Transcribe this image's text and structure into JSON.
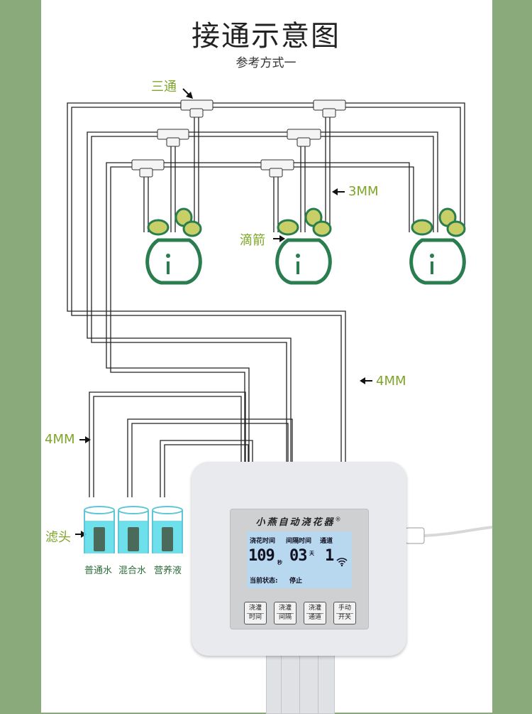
{
  "title": "接通示意图",
  "subtitle": "参考方式一",
  "labels": {
    "tee": "三通",
    "tube_3mm": "3MM",
    "dripper": "滴箭",
    "tube_4mm_right": "4MM",
    "tube_4mm_left": "4MM",
    "filter": "滤头"
  },
  "containers": [
    {
      "label": "普通水"
    },
    {
      "label": "混合水"
    },
    {
      "label": "营养液"
    }
  ],
  "controller": {
    "brand": "小燕自动浇花器",
    "reg_mark": "®",
    "lcd": {
      "col_water_time": "浇花时间",
      "col_interval": "间隔时间",
      "col_channel": "通道",
      "water_time_value": "109",
      "water_time_unit": "秒",
      "interval_value": "03",
      "interval_unit": "天",
      "channel_value": "1",
      "status_label": "当前状态:",
      "status_value": "停止"
    },
    "buttons": [
      {
        "line1": "浇灌",
        "line2": "时间"
      },
      {
        "line1": "浇灌",
        "line2": "间隔"
      },
      {
        "line1": "浇灌",
        "line2": "通道"
      },
      {
        "line1": "手动",
        "line2": "开关"
      }
    ]
  },
  "colors": {
    "background": "#8aaa7c",
    "label_green": "#7ea528",
    "pot_green": "#2a7d4f",
    "leaf_yellow": "#c7cf66",
    "water_cyan": "#53dbe8",
    "lcd_blue": "#b8d8f0"
  },
  "icons": [
    "wifi-icon",
    "arrow-icon",
    "usb-plug-icon",
    "pot-icon",
    "tee-connector-icon",
    "filter-stone-icon"
  ]
}
